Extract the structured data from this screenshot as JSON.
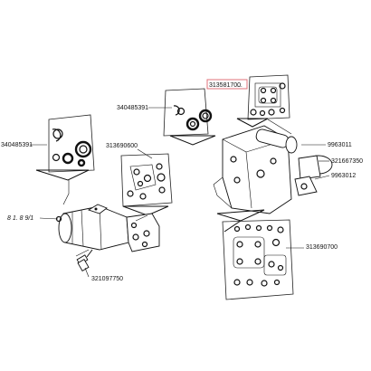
{
  "labels": {
    "kit_top_right": "313581700",
    "seal_kit_center": "340485391",
    "seal_kit_left": "340485391",
    "kit_center": "313690600",
    "part_9963011": "9963011",
    "part_321667350": "321667350",
    "part_9963012": "9963012",
    "kit_bottom_right": "313690700",
    "part_321097750": "321097750",
    "motor_ref": "8 1. 8 9/1"
  },
  "colors": {
    "ink": "#111111",
    "highlight": "#e0707a",
    "background": "#ffffff"
  }
}
